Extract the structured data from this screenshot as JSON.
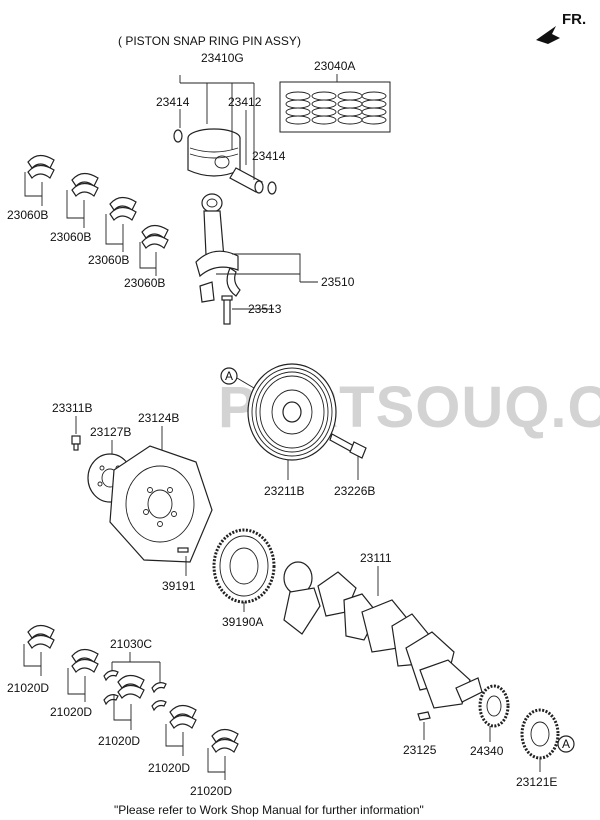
{
  "header": {
    "direction_label": "FR.",
    "piston_assy_caption": "( PISTON  SNAP RING  PIN ASSY)"
  },
  "watermark": "PARTSOUQ.COM",
  "callouts": [
    {
      "id": "p23410G",
      "text": "23410G"
    },
    {
      "id": "p23040A",
      "text": "23040A"
    },
    {
      "id": "p23414a",
      "text": "23414"
    },
    {
      "id": "p23412",
      "text": "23412"
    },
    {
      "id": "p23414b",
      "text": "23414"
    },
    {
      "id": "p23060Ba",
      "text": "23060B"
    },
    {
      "id": "p23060Bb",
      "text": "23060B"
    },
    {
      "id": "p23060Bc",
      "text": "23060B"
    },
    {
      "id": "p23060Bd",
      "text": "23060B"
    },
    {
      "id": "p23510",
      "text": "23510"
    },
    {
      "id": "p23513",
      "text": "23513"
    },
    {
      "id": "p23311B",
      "text": "23311B"
    },
    {
      "id": "p23211B",
      "text": "23211B"
    },
    {
      "id": "p23226B",
      "text": "23226B"
    },
    {
      "id": "p23124B",
      "text": "23124B"
    },
    {
      "id": "p23127B",
      "text": "23127B"
    },
    {
      "id": "p39191",
      "text": "39191"
    },
    {
      "id": "p39190A",
      "text": "39190A"
    },
    {
      "id": "p23111",
      "text": "23111"
    },
    {
      "id": "p21030C",
      "text": "21030C"
    },
    {
      "id": "p21020Da",
      "text": "21020D"
    },
    {
      "id": "p21020Db",
      "text": "21020D"
    },
    {
      "id": "p21020Dc",
      "text": "21020D"
    },
    {
      "id": "p21020Dd",
      "text": "21020D"
    },
    {
      "id": "p21020De",
      "text": "21020D"
    },
    {
      "id": "p23125",
      "text": "23125"
    },
    {
      "id": "p24340",
      "text": "24340"
    },
    {
      "id": "p23121E",
      "text": "23121E"
    }
  ],
  "reference_marks": [
    {
      "id": "refA1",
      "text": "A"
    },
    {
      "id": "refA2",
      "text": "A"
    }
  ],
  "footer_note": "\"Please refer to Work Shop Manual for further information\""
}
